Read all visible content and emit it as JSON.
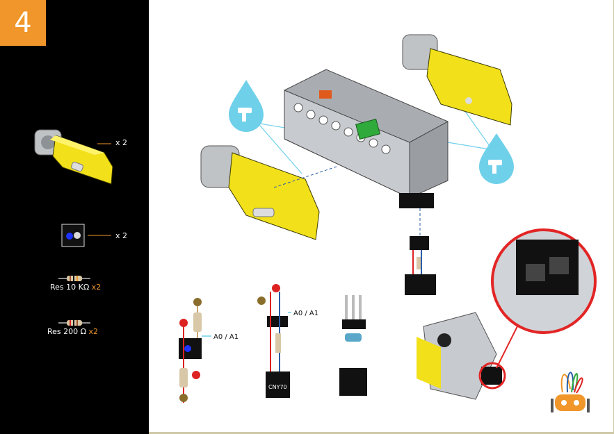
{
  "step_number": "4",
  "sidebar": {
    "motor_qty": "x 2",
    "sensor_qty": "x 2",
    "res1_label": "Res 10 KΩ",
    "res1_qty": "x2",
    "res2_label": "Res 200 Ω",
    "res2_qty": "x2"
  },
  "labels": {
    "a0a1_left": "A0 / A1",
    "a0a1_mid": "A0 / A1",
    "plus": "+",
    "minus": "−",
    "module_text": "CNY70"
  },
  "colors": {
    "accent": "#f0962a",
    "motor_yellow": "#f2e01a",
    "water_blue": "#6fd0ea",
    "callout_red": "#e22525"
  }
}
